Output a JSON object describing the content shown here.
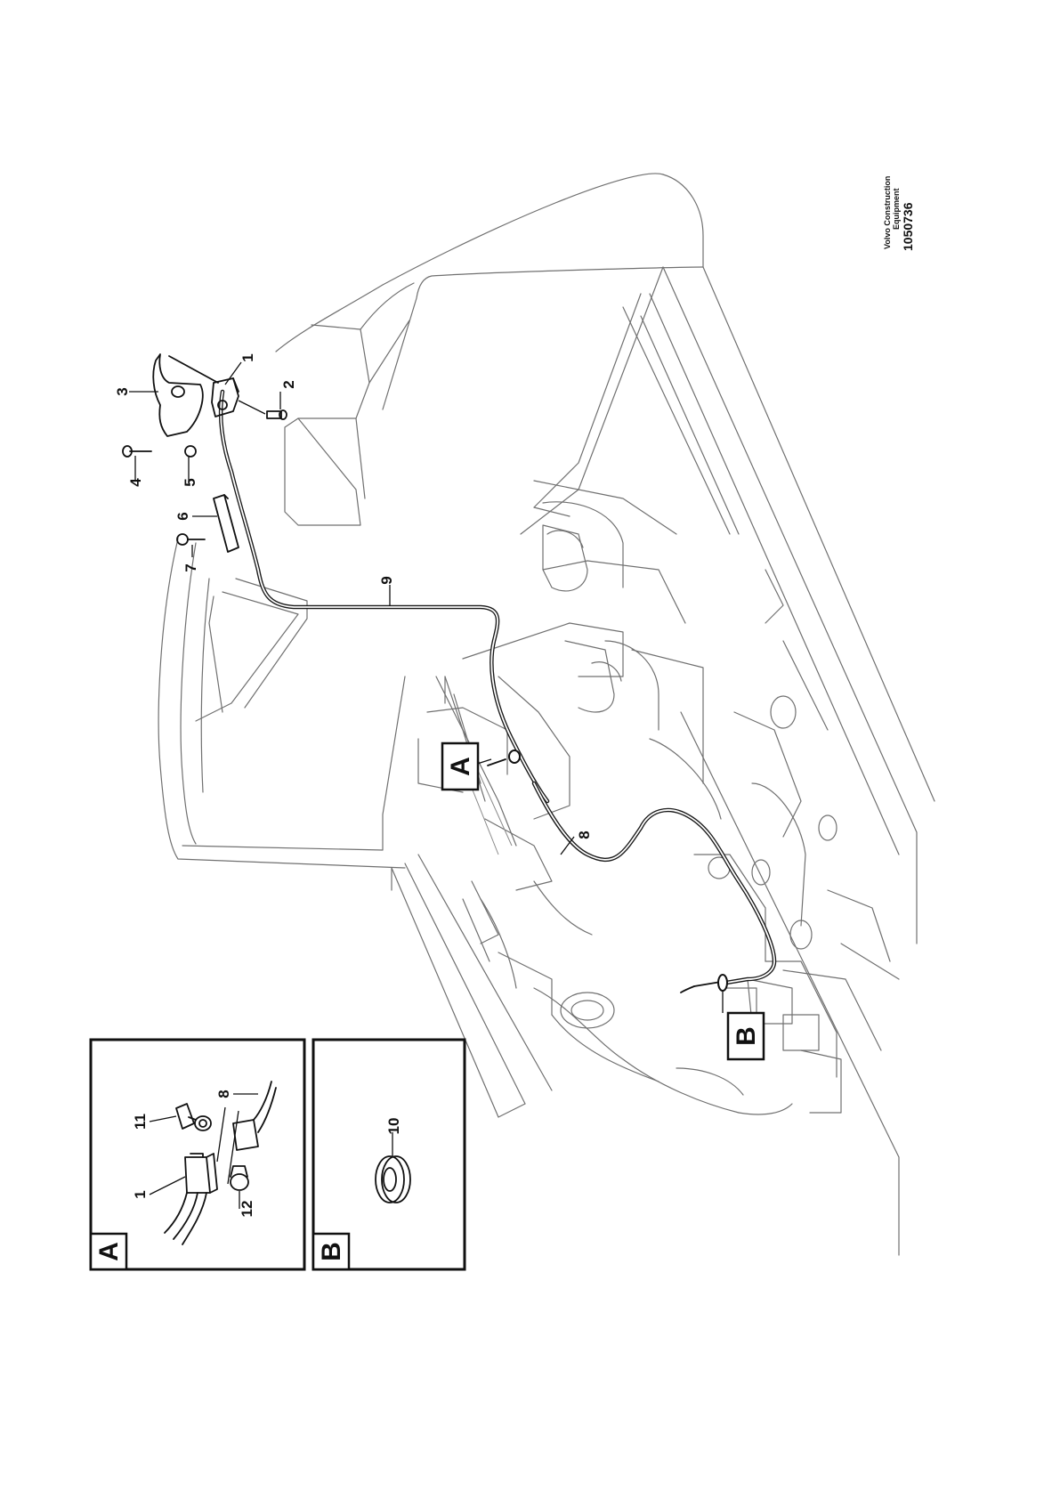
{
  "callouts": {
    "p1": "1",
    "p2": "2",
    "p3": "3",
    "p4": "4",
    "p5": "5",
    "p6": "6",
    "p7": "7",
    "p8": "8",
    "p9": "9",
    "p10": "10",
    "p11": "11",
    "p12": "12",
    "inset_a_1": "1",
    "inset_a_8": "8"
  },
  "detail_markers": {
    "a": "A",
    "b": "B"
  },
  "insets": {
    "a_label": "A",
    "b_label": "B"
  },
  "doc_ref": {
    "line1": "Volvo Construction",
    "line2": "Equipment",
    "number": "1050736"
  },
  "colors": {
    "linework": "#707070",
    "ink": "#111111",
    "background": "#ffffff"
  }
}
